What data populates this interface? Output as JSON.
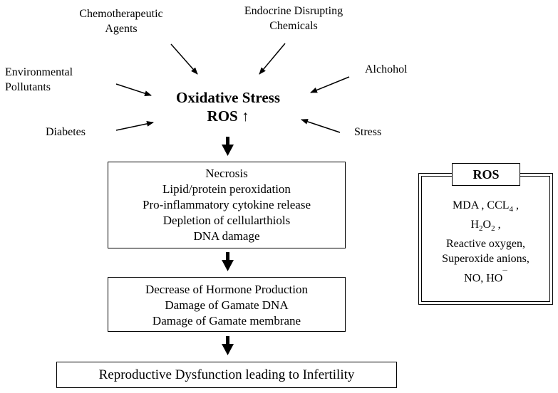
{
  "factors": {
    "chemotherapeutic": [
      "Chemotherapeutic",
      "Agents"
    ],
    "endocrine": [
      "Endocrine Disrupting",
      "Chemicals"
    ],
    "environmental": [
      "Environmental",
      "Pollutants"
    ],
    "alcohol": "Alchohol",
    "diabetes": "Diabetes",
    "stress": "Stress"
  },
  "central": {
    "title": "Oxidative Stress",
    "ros_label": "ROS",
    "ros_arrow": "↑"
  },
  "effects_box": {
    "lines": [
      "Necrosis",
      "Lipid/protein peroxidation",
      "Pro-inflammatory cytokine release",
      "Depletion of cellularthiols",
      "DNA damage"
    ]
  },
  "consequences_box": {
    "lines": [
      "Decrease of Hormone Production",
      "Damage of Gamate DNA",
      "Damage of Gamate membrane"
    ]
  },
  "outcome": "Reproductive Dysfunction leading to Infertility",
  "ros_panel": {
    "title": "ROS",
    "line1": {
      "mda": "MDA , CCL",
      "sub4": "4",
      "tail": " ,"
    },
    "line2": {
      "h": "H",
      "sub2a": "2",
      "o": "O",
      "sub2b": "2",
      "tail": " ,"
    },
    "line3": "Reactive oxygen,",
    "line4": "Superoxide anions,",
    "line5": {
      "text": "NO, HO",
      "sup": "¯"
    }
  }
}
